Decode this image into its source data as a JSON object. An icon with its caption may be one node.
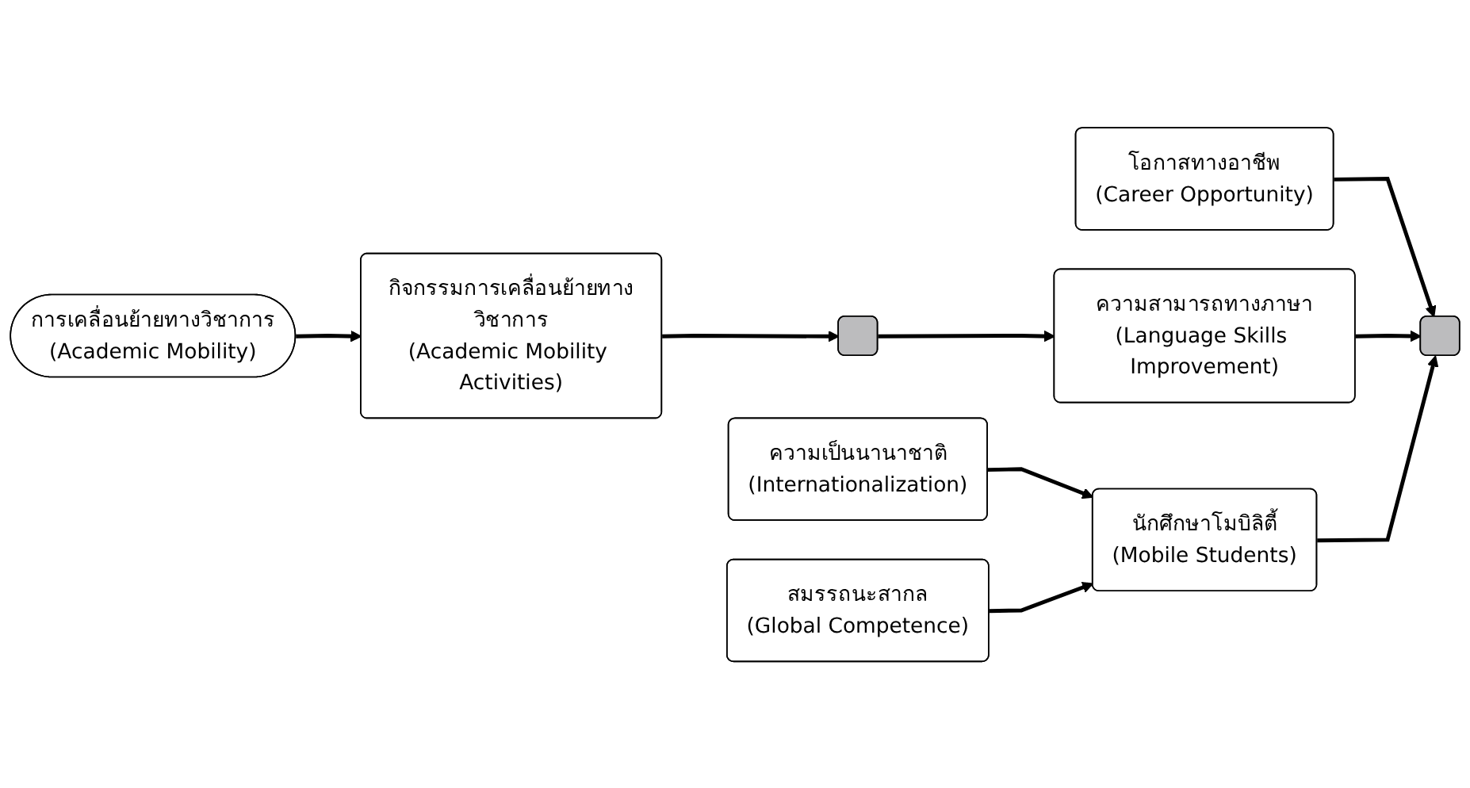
{
  "diagram": {
    "nodes": [
      {
        "text": [
          "การเคลื่อนย้ายทางวิชาการ",
          "(Academic Mobility)"
        ]
      },
      {
        "text": [
          "กิจกรรมการเคลื่อนย้ายทางวิชาการ",
          "(Academic Mobility Activities)"
        ]
      },
      {
        "text": [],
        "shape": "box"
      },
      {
        "text": [
          "ความเป็นนานาชาติ",
          "(Internationalization)"
        ]
      },
      {
        "text": [
          "สมรรถนะสากล",
          "(Global Competence)"
        ]
      },
      {
        "text": [
          "โอกาสทางอาชีพ",
          "(Career Opportunity)"
        ]
      },
      {
        "text": [
          "ความสามารถทางภาษา",
          "(Language Skills Improvement)"
        ]
      },
      {
        "text": [
          "นักศึกษาโมบิลิตี้",
          "(Mobile Students)"
        ]
      },
      {
        "text": [],
        "shape": "box"
      }
    ],
    "edges": [
      {
        "from": 0,
        "to": 1,
        "arrow": "to"
      },
      {
        "from": 1,
        "to": 2,
        "arrow": "to"
      },
      {
        "from": 2,
        "to": 6,
        "arrow": "to"
      },
      {
        "from": 3,
        "to": 7,
        "arrow": "to"
      },
      {
        "from": 4,
        "to": 7,
        "arrow": "to"
      },
      {
        "from": 5,
        "to": 8,
        "arrow": "to"
      },
      {
        "from": 6,
        "to": 8,
        "arrow": "to"
      },
      {
        "from": 7,
        "to": 8,
        "arrow": "to"
      }
    ]
  }
}
